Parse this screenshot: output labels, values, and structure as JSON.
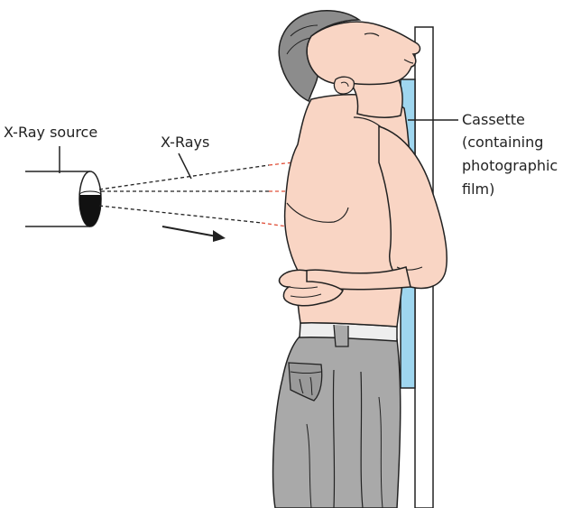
{
  "labels": {
    "xray_source": "X-Ray source",
    "xrays": "X-Rays",
    "cassette_line1": "Cassette",
    "cassette_line2": "(containing",
    "cassette_line3": "photographic",
    "cassette_line4": "film)"
  },
  "colors": {
    "skin": "#f9d5c4",
    "hair": "#8c8c8c",
    "trousers": "#a9a9a9",
    "cassette": "#9fd6ef",
    "board": "#ffffff",
    "ray_inside_body": "#e0503a",
    "outline": "#222222"
  }
}
